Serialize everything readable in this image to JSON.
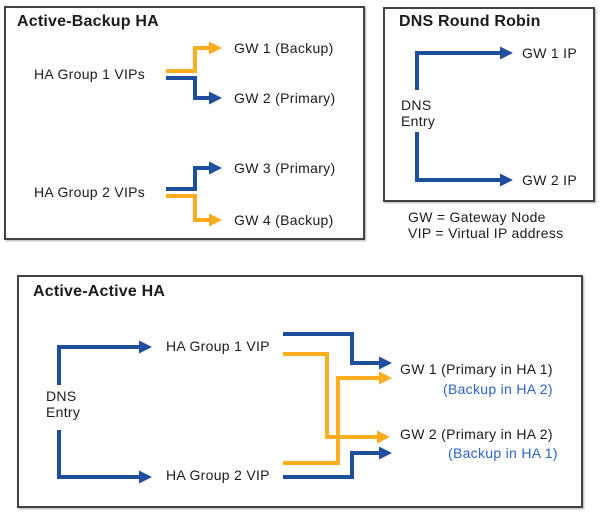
{
  "colors": {
    "arrow_blue": "#1E4F9F",
    "arrow_orange": "#FFAD1E",
    "backup_text_blue": "#2A64C6",
    "panel_border": "#424242",
    "text": "#1B1B1B"
  },
  "active_backup_panel": {
    "title": "Active-Backup HA",
    "group1_label": "HA Group 1 VIPs",
    "gw1_label": "GW 1 (Backup)",
    "gw2_label": "GW 2 (Primary)",
    "group2_label": "HA Group 2 VIPs",
    "gw3_label": "GW 3 (Primary)",
    "gw4_label": "GW 4 (Backup)"
  },
  "dns_round_robin_panel": {
    "title": "DNS Round Robin",
    "dns_entry_label": "DNS\nEntry",
    "gw1_ip_label": "GW 1 IP",
    "gw2_ip_label": "GW 2 IP"
  },
  "legend": {
    "line1": "GW = Gateway Node",
    "line2": "VIP = Virtual IP address"
  },
  "active_active_panel": {
    "title": "Active-Active HA",
    "dns_entry_label": "DNS\nEntry",
    "ha_group1_vip_label": "HA Group 1 VIP",
    "ha_group2_vip_label": "HA Group 2 VIP",
    "gw1_label": "GW 1 (Primary in HA 1)",
    "gw1_backup_label": "(Backup in HA 2)",
    "gw2_label": "GW 2 (Primary in HA 2)",
    "gw2_backup_label": "(Backup in HA 1)"
  },
  "connections": [
    {
      "panel": "active_backup",
      "from": "HA Group 1 VIPs",
      "to": "GW 1 (Backup)",
      "color": "orange"
    },
    {
      "panel": "active_backup",
      "from": "HA Group 1 VIPs",
      "to": "GW 2 (Primary)",
      "color": "blue"
    },
    {
      "panel": "active_backup",
      "from": "HA Group 2 VIPs",
      "to": "GW 3 (Primary)",
      "color": "blue"
    },
    {
      "panel": "active_backup",
      "from": "HA Group 2 VIPs",
      "to": "GW 4 (Backup)",
      "color": "orange"
    },
    {
      "panel": "dns_round_robin",
      "from": "DNS Entry",
      "to": "GW 1 IP",
      "color": "blue"
    },
    {
      "panel": "dns_round_robin",
      "from": "DNS Entry",
      "to": "GW 2 IP",
      "color": "blue"
    },
    {
      "panel": "active_active",
      "from": "DNS Entry",
      "to": "HA Group 1 VIP",
      "color": "blue"
    },
    {
      "panel": "active_active",
      "from": "DNS Entry",
      "to": "HA Group 2 VIP",
      "color": "blue"
    },
    {
      "panel": "active_active",
      "from": "HA Group 1 VIP",
      "to": "GW 1",
      "color": "blue"
    },
    {
      "panel": "active_active",
      "from": "HA Group 1 VIP",
      "to": "GW 2",
      "color": "orange"
    },
    {
      "panel": "active_active",
      "from": "HA Group 2 VIP",
      "to": "GW 1",
      "color": "orange"
    },
    {
      "panel": "active_active",
      "from": "HA Group 2 VIP",
      "to": "GW 2",
      "color": "blue"
    }
  ]
}
